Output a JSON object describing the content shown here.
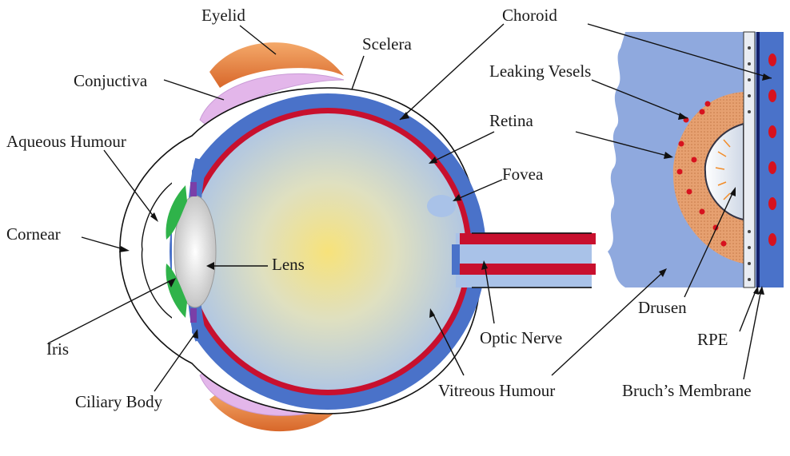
{
  "labels": {
    "eyelid": "Eyelid",
    "scelera": "Scelera",
    "choroid": "Choroid",
    "conjuctiva": "Conjuctiva",
    "leaking_vesels": "Leaking Vesels",
    "aqueous_humour": "Aqueous Humour",
    "retina": "Retina",
    "fovea": "Fovea",
    "cornear": "Cornear",
    "lens": "Lens",
    "iris": "Iris",
    "optic_nerve": "Optic Nerve",
    "drusen": "Drusen",
    "rpe": "RPE",
    "ciliary_body": "Ciliary Body",
    "vitreous_humour": "Vitreous Humour",
    "bruchs_membrane": "Bruch’s Membrane"
  },
  "colors": {
    "sclera_blue": "#4a72c9",
    "retina_red": "#c8102e",
    "vitreous_center": "#f7e27a",
    "vitreous_edge": "#a9c2e8",
    "eyelid_orange": "#e8813a",
    "conjunctiva_lilac": "#e3b6ea",
    "iris_green": "#2fb34a",
    "ciliary_purple": "#7a3fa8",
    "drusen_peach": "#e6a070",
    "cloud_blue": "#8fa9de"
  }
}
